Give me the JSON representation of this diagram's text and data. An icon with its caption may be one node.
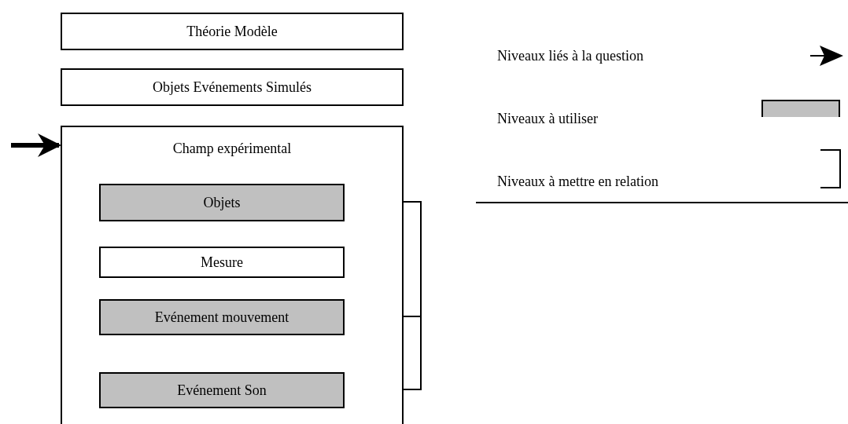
{
  "diagram": {
    "nodes": [
      {
        "text": [
          "Théorie Modèle"
        ]
      },
      {
        "text": [
          "Objets Evénements Simulés"
        ]
      },
      {
        "text": [
          "Champ expérimental"
        ]
      },
      {
        "text": [
          "Objets"
        ],
        "in": 2
      },
      {
        "text": [
          "Mesure"
        ],
        "in": 2
      },
      {
        "text": [
          "Evénement mouvement"
        ],
        "in": 2
      },
      {
        "text": [
          "Evénement Son"
        ],
        "in": 2
      }
    ],
    "edges": [
      {
        "from": null,
        "to": 2,
        "arrow": "to",
        "style": "thick"
      },
      {
        "from": 3,
        "to": 5,
        "arrow": "none"
      },
      {
        "from": 5,
        "to": 6,
        "arrow": "none"
      }
    ],
    "legend": [
      {
        "text": "Niveaux liés à la question"
      },
      {
        "text": "Niveaux à utiliser",
        "color": "#c0c0c0"
      },
      {
        "text": "Niveaux à mettre en relation"
      }
    ]
  }
}
